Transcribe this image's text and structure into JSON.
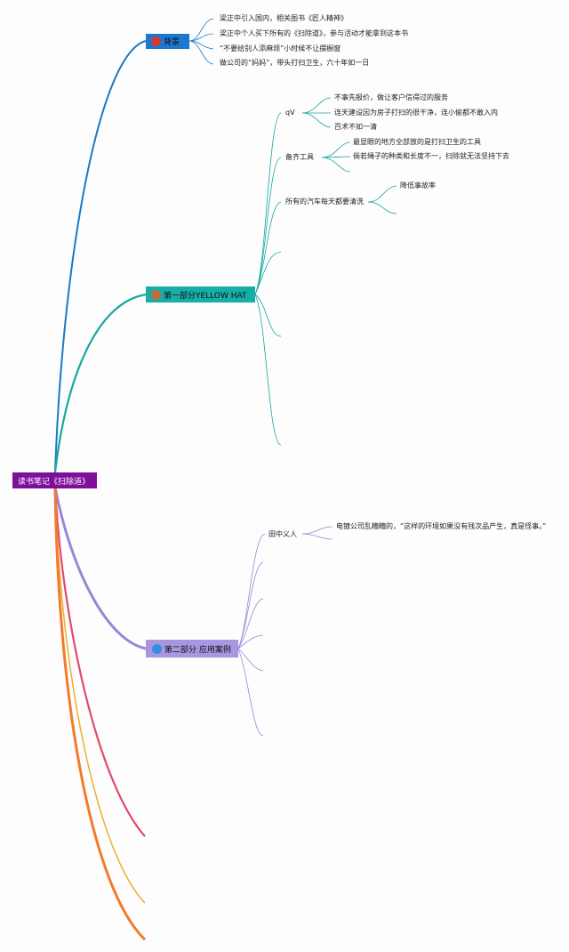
{
  "mindmap": {
    "root": {
      "label": "读书笔记《扫除道》",
      "color": "#7d0f9b"
    },
    "branches": [
      {
        "label": "背景",
        "color": "#1a7ac4",
        "node_fill": "#1a78d0",
        "icon_color": "#d23a2a",
        "items": [
          "梁正中引入国内，相关图书《匠人精神》",
          "梁正中个人买下所有的《扫除道》，参与活动才能拿到这本书",
          "“不要给别人添麻烦”小时候不让摆橱窗",
          "做公司的“妈妈”，带头打扫卫生，六十年如一日"
        ]
      },
      {
        "label": "第一部分YELLOW HAT",
        "color": "#15a7a0",
        "node_fill": "#17aea8",
        "icon_color": "#c06b3a",
        "groups": [
          {
            "label": "qV",
            "items": [
              "不事先报价，做让客户信得过的服务",
              "连天建设因为房子打扫的很干净，连小偷都不敢入内",
              "百术不如一清"
            ]
          },
          {
            "label": "备齐工具",
            "items": [
              "最显眼的地方全部放的是打扫卫生的工具",
              "倘若绳子的种类和长度不一，扫除就无法坚持下去"
            ]
          },
          {
            "label": "所有的汽车每天都要清洗",
            "items": [
              "降低事故率"
            ]
          }
        ]
      },
      {
        "label": "第二部分 应用案例",
        "color": "#9a86d6",
        "node_fill": "#a896e0",
        "icon_color": "#2e8fe3",
        "groups": [
          {
            "label": "田中义人",
            "items": [
              "电镀公司乱糟糟的，“这样的环境如果没有残次品产生，真是怪事。”"
            ]
          }
        ]
      }
    ],
    "collapsed_branch_colors": [
      "#e2496a",
      "#eab02c",
      "#f37a2c"
    ]
  }
}
